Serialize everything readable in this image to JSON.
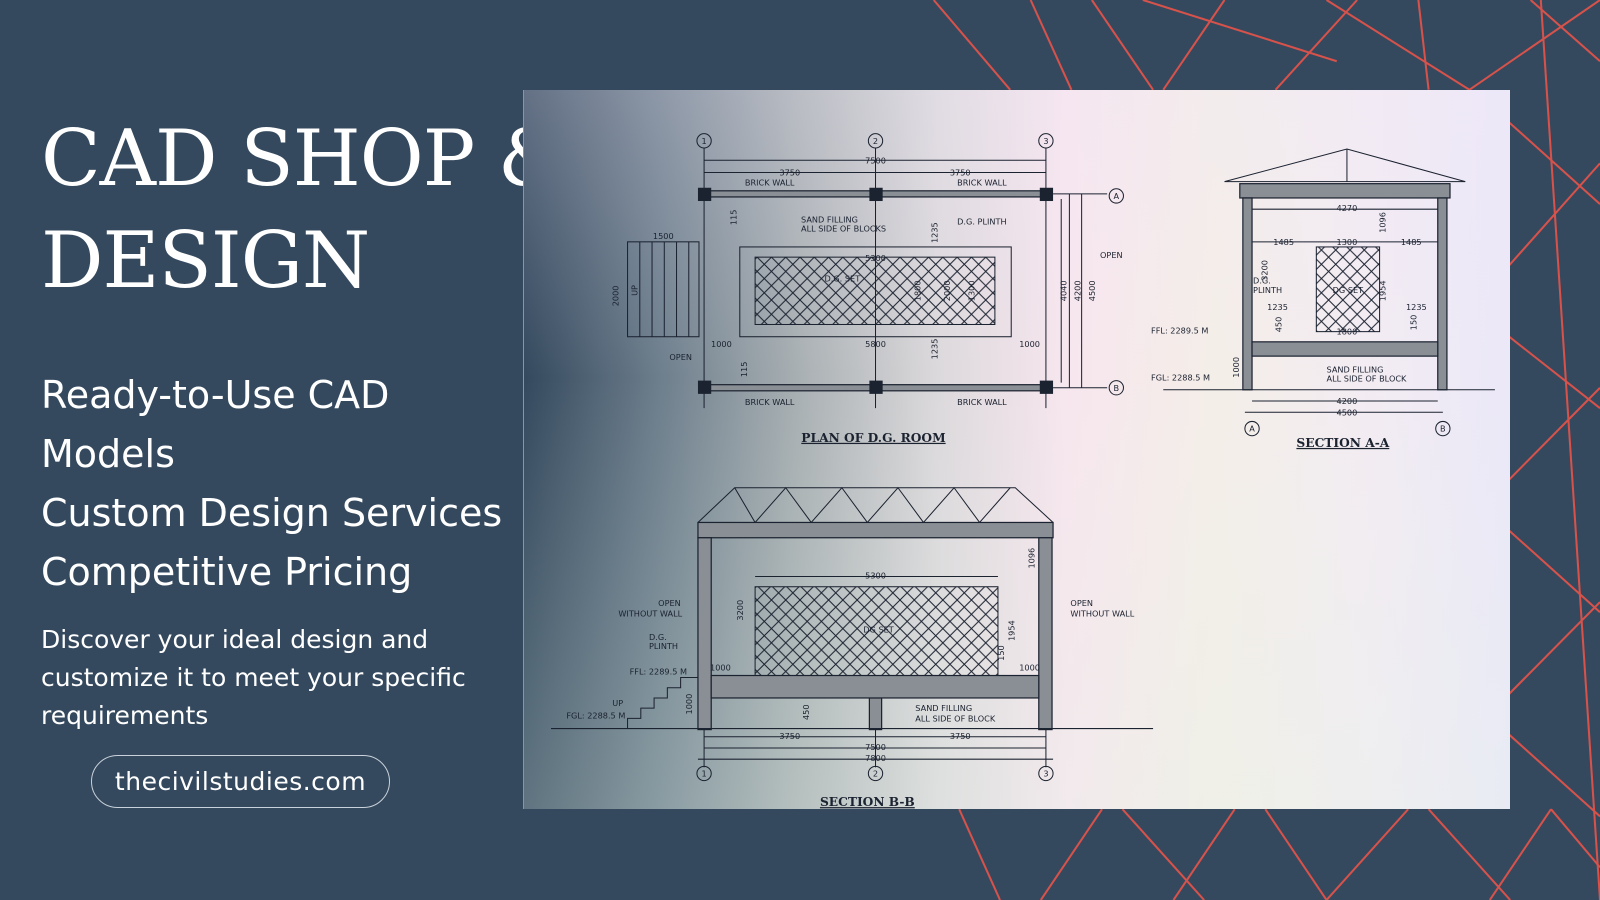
{
  "colors": {
    "background": "#34495e",
    "accent_lines": "#e8534a",
    "text": "#ffffff"
  },
  "hero": {
    "title_line1": "CAD SHOP &",
    "title_line2": "DESIGN",
    "features": [
      "Ready-to-Use CAD",
      "Models",
      "Custom Design Services",
      "Competitive Pricing"
    ],
    "description": "Discover your ideal design and customize it to meet your specific requirements",
    "website": "thecivilstudies.com"
  },
  "drawing": {
    "plan": {
      "title": "PLAN OF D.G. ROOM",
      "grid_labels": [
        "1",
        "2",
        "3",
        "A",
        "B"
      ],
      "dims": [
        "7500",
        "3750",
        "3750",
        "1500",
        "2000",
        "5300",
        "5800",
        "1000",
        "1000",
        "4040",
        "4200",
        "4500",
        "1235",
        "1235",
        "115",
        "115",
        "1800",
        "2000",
        "1300"
      ],
      "notes": [
        "BRICK WALL",
        "BRICK WALL",
        "BRICK WALL",
        "BRICK WALL",
        "SAND FILLING",
        "ALL SIDE OF BLOCKS",
        "D.G. PLINTH",
        "D.G. SET",
        "OPEN",
        "OPEN",
        "UP"
      ]
    },
    "section_aa": {
      "title": "SECTION A-A",
      "grid_labels": [
        "A",
        "B"
      ],
      "dims": [
        "4270",
        "1485",
        "1300",
        "1485",
        "1235",
        "1235",
        "1800",
        "3200",
        "1096",
        "1954",
        "450",
        "150",
        "1000",
        "4200",
        "4500"
      ],
      "notes": [
        "D.G.",
        "PLINTH",
        "DG SET",
        "FFL: 2289.5 M",
        "FGL: 2288.5 M",
        "SAND FILLING",
        "ALL SIDE OF BLOCK"
      ]
    },
    "section_bb": {
      "title": "SECTION B-B",
      "grid_labels": [
        "1",
        "2",
        "3"
      ],
      "dims": [
        "5300",
        "3200",
        "1096",
        "1954",
        "150",
        "1000",
        "1000",
        "450",
        "1000",
        "3750",
        "3750",
        "7500",
        "7800"
      ],
      "notes": [
        "OPEN",
        "WITHOUT WALL",
        "OPEN",
        "WITHOUT WALL",
        "D.G.",
        "PLINTH",
        "DG SET",
        "FFL: 2289.5 M",
        "FGL: 2288.5 M",
        "UP",
        "SAND FILLING",
        "ALL SIDE OF BLOCK"
      ]
    }
  }
}
